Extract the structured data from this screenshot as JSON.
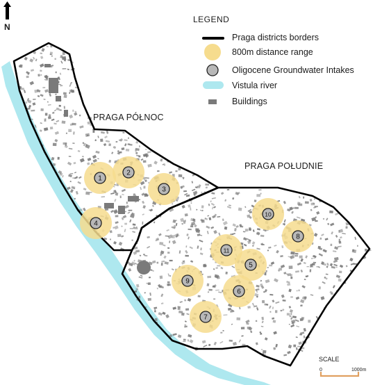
{
  "legend": {
    "title": "LEGEND",
    "items": [
      {
        "symbol": "thick-black-line",
        "label": "Praga districts borders"
      },
      {
        "symbol": "yellow-circle",
        "label": "800m distance range"
      },
      {
        "symbol": "grey-circle",
        "label": "Oligocene Groundwater Intakes"
      },
      {
        "symbol": "light-blue-band",
        "label": "Vistula river"
      },
      {
        "symbol": "grey-rectangle",
        "label": "Buildings"
      }
    ]
  },
  "districts": {
    "north": "PRAGA PÓŁNOC",
    "south": "PRAGA POŁUDNIE"
  },
  "north_arrow": {
    "label": "N"
  },
  "scale": {
    "title": "SCALE",
    "start": "0",
    "end": "1000m"
  },
  "colors": {
    "border": "#000000",
    "range": "#f6dc8e",
    "intake": "#b8b8b8",
    "river": "#aee8ef",
    "buildings": "#7a7a7a"
  },
  "intakes": [
    {
      "label": "1"
    },
    {
      "label": "2"
    },
    {
      "label": "3"
    },
    {
      "label": "4"
    },
    {
      "label": "5"
    },
    {
      "label": "6"
    },
    {
      "label": "7"
    },
    {
      "label": "8"
    },
    {
      "label": "9"
    },
    {
      "label": "10"
    },
    {
      "label": "11"
    }
  ]
}
